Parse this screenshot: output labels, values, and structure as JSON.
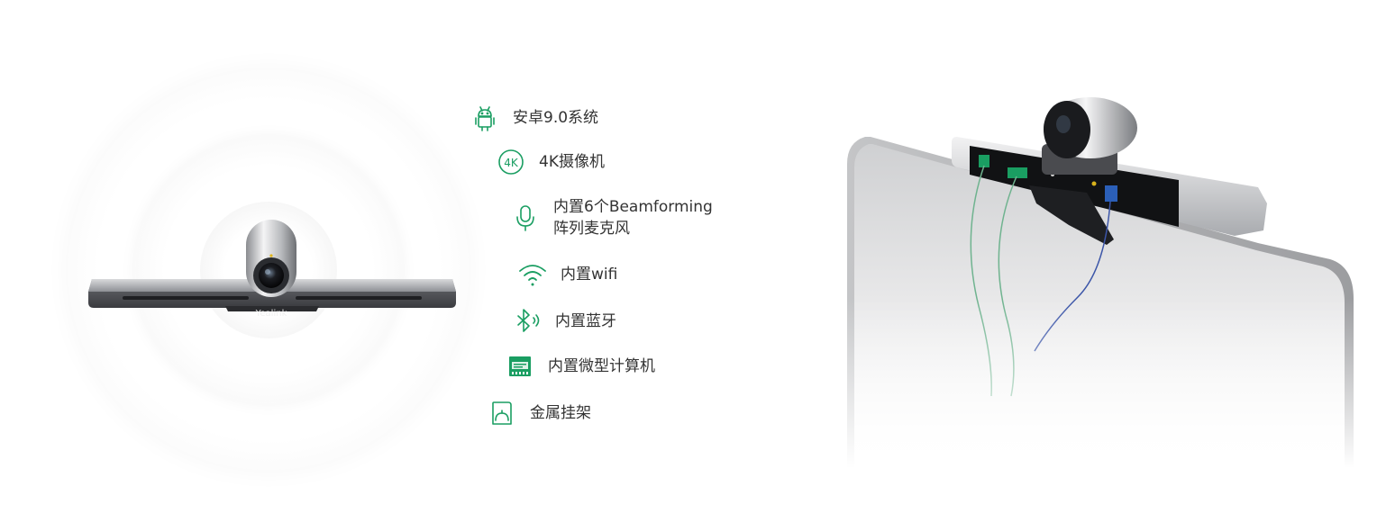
{
  "device": {
    "brand_label": "Yealink"
  },
  "features": [
    {
      "icon": "android-icon",
      "label": "安卓9.0系统"
    },
    {
      "icon": "4k-icon",
      "icon_text": "4K",
      "label": "4K摄像机"
    },
    {
      "icon": "microphone-icon",
      "label_line1": "内置6个Beamforming",
      "label_line2": "阵列麦克风"
    },
    {
      "icon": "wifi-icon",
      "label": "内置wifi"
    },
    {
      "icon": "bluetooth-icon",
      "label": "内置蓝牙"
    },
    {
      "icon": "mini-computer-icon",
      "label": "内置微型计算机"
    },
    {
      "icon": "metal-bracket-icon",
      "label": "金属挂架"
    }
  ],
  "colors": {
    "accent": "#1a9e62",
    "text": "#333333"
  }
}
